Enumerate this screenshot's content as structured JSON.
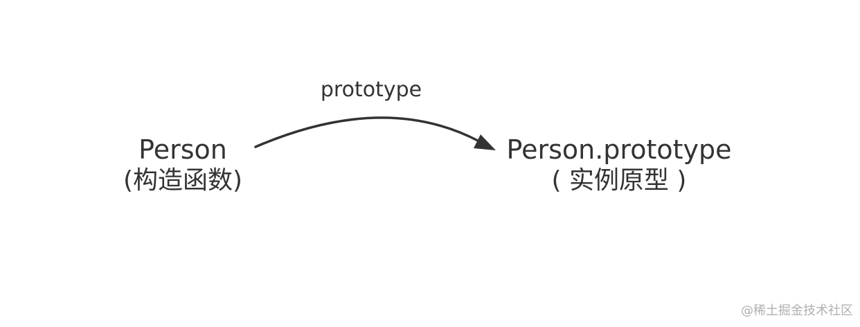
{
  "nodes": {
    "constructor": {
      "name": "Person",
      "caption": "(构造函数)"
    },
    "prototype": {
      "name": "Person.prototype",
      "caption": "( 实例原型 )"
    }
  },
  "edge": {
    "label": "prototype"
  },
  "watermark": "@稀土掘金技术社区",
  "colors": {
    "text": "#333333",
    "arrow": "#333333",
    "watermark": "#b0b0b0",
    "background": "#ffffff"
  }
}
